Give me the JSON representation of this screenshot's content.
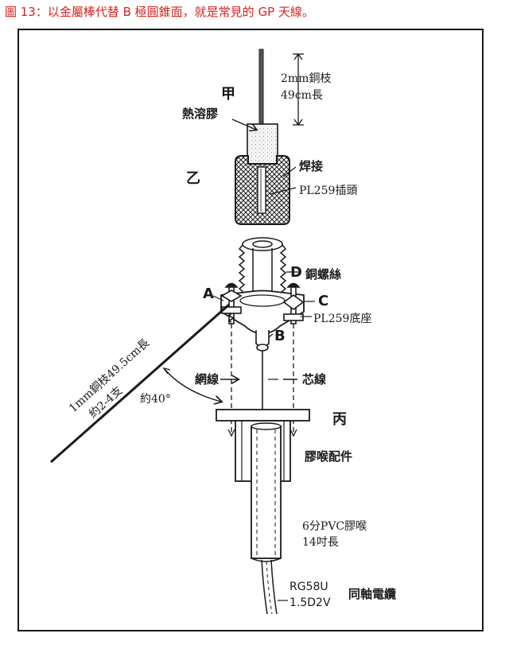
{
  "caption": "圖 13：以金屬棒代替 B 極圓錐面，就是常見的 GP 天線。",
  "labels": {
    "jia": "甲",
    "yi": "乙",
    "bing": "丙",
    "hot_glue": "熱溶膠",
    "rod_spec_1": "2mm銅枝",
    "rod_spec_2": "49cm長",
    "solder": "焊接",
    "pl259_plug": "PL259插頭",
    "letter_d": "D",
    "copper_thread": "銅螺絲",
    "letter_a": "A",
    "letter_c": "C",
    "pl259_base": "PL259底座",
    "letter_b": "B",
    "radial_spec_1": "1mm銅枝49.5cm長",
    "radial_spec_2": "約2-4支",
    "angle": "約40°",
    "braid": "網線",
    "core": "芯線",
    "pvc_fitting": "膠喉配件",
    "pvc_pipe_1": "6分PVC膠喉",
    "pvc_pipe_2": "14吋長",
    "cable_1": "RG58U",
    "cable_2": "1.5D2V",
    "cable_name": "同軸電纜"
  }
}
